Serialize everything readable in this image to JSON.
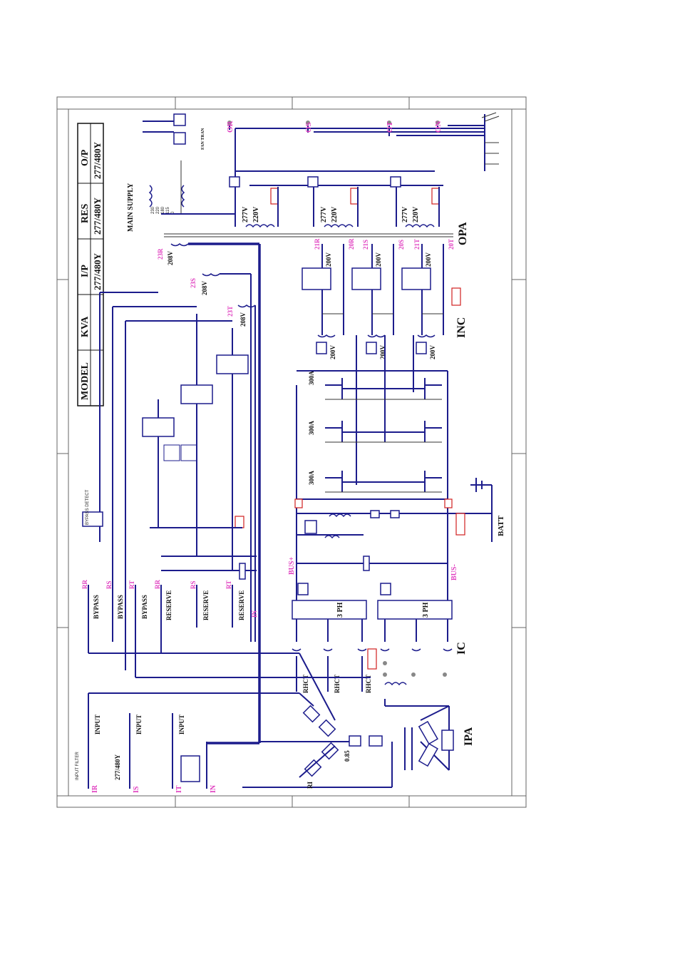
{
  "table": {
    "headers": [
      "MODEL",
      "KVA",
      "I/P",
      "RES",
      "O/P"
    ],
    "values": [
      "",
      "",
      "277/480Y",
      "277/480Y",
      "277/480Y"
    ]
  },
  "blocks": {
    "main_supply": "MAIN SUPPLY",
    "fan_tran": "FAN TRAN",
    "opa": "OPA",
    "inc": "INC",
    "ic": "IC",
    "ipa": "IPA",
    "batt": "BATT",
    "bypass_detect": "BYPASS DETECT",
    "input_filter": "INPUT FILTER",
    "input_voltage": "277/480Y",
    "ratio": "0.85",
    "ri": "RI"
  },
  "outputs": [
    "OR",
    "OS",
    "OT",
    "ON"
  ],
  "inputs": [
    "IR",
    "IS",
    "IT",
    "IN"
  ],
  "input_switches": [
    "INPUT",
    "INPUT",
    "INPUT"
  ],
  "bypass_labels": [
    "RR",
    "RS",
    "RT"
  ],
  "bypass_switches": [
    "BYPASS",
    "BYPASS",
    "BYPASS"
  ],
  "reserve_labels": [
    "RR",
    "RS",
    "RT"
  ],
  "reserve_switches": [
    "RESERVE",
    "RESERVE",
    "RESERVE"
  ],
  "reserve_neutral": "IN",
  "rhct": [
    "RHCT",
    "RHCT",
    "RHCT"
  ],
  "bus": {
    "plus": "BUS+",
    "minus": "BUS-"
  },
  "rectifier": "3 PH",
  "reserve_tran": {
    "labels": [
      "23R",
      "23S",
      "23T"
    ],
    "voltage": "208V"
  },
  "inc_tran": {
    "labels": [
      "21R",
      "20R",
      "21S",
      "20S",
      "21T",
      "20T"
    ],
    "voltage": "200V"
  },
  "inverter_current": [
    "300A",
    "300A",
    "300A"
  ],
  "opa_tran": {
    "primary": "277V",
    "secondary": "220V"
  },
  "main_supply_taps": [
    "230",
    "220",
    "180",
    "115",
    "0"
  ]
}
